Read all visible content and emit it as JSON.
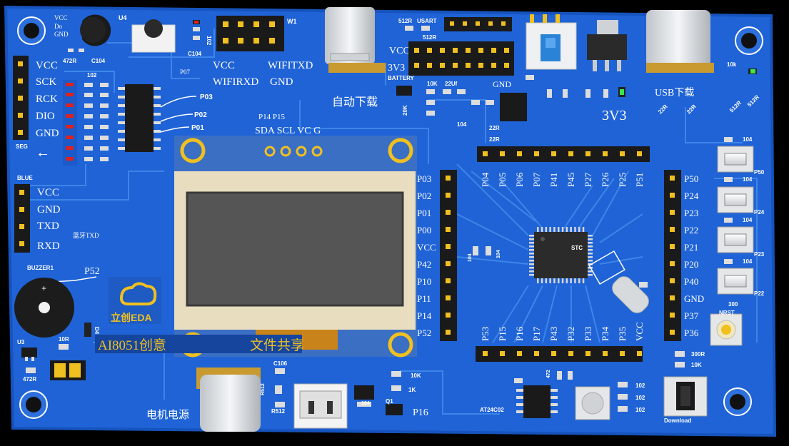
{
  "board_labels": {
    "u4_pins": [
      "VCC",
      "Do",
      "GND"
    ],
    "u4": "U4",
    "r_472_top": "472R",
    "c104_top": "C104",
    "p07": "P07",
    "cap_102_top": "102",
    "c104_mid": "C104",
    "w1": "W1",
    "wifi_vcc": "VCC",
    "wifi_rxd": "WIFIRXD",
    "wifi_txd": "WIFITXD",
    "wifi_gnd": "GND",
    "seg_pins": [
      "VCC",
      "SCK",
      "RCK",
      "DIO",
      "GND"
    ],
    "seg": "SEG",
    "seg_arrow": "←",
    "seg_res": "102",
    "seg_leads": [
      "P03",
      "P02",
      "P01"
    ],
    "oled_header": "P14 P15",
    "oled_pins": "SDA SCL VC G",
    "usart_res1": "512R",
    "usart": "USART",
    "usart_res2": "512R",
    "vcc_mid": "VCC",
    "v3_mid": "3V3",
    "battery": "BATTERY",
    "auto_download": "自动下载",
    "res_10k": "10K",
    "cap_22uf": "22Uf",
    "gnd_right": "GND",
    "res_22r_a": "22R",
    "res_22r_b": "22R",
    "cap_104_a": "104",
    "res_20k": "20K",
    "usb_download": "USB下载",
    "res_10k_right": "10k",
    "usb_22r": [
      "22R",
      "22R"
    ],
    "usb_512r": [
      "512R",
      "512R"
    ],
    "v33_label": "3V3",
    "top_header": [
      "P04",
      "P05",
      "P06",
      "P07",
      "P41",
      "P45",
      "P27",
      "P26",
      "P25",
      "P51"
    ],
    "left_header": [
      "P03",
      "P02",
      "P01",
      "P00",
      "VCC",
      "P42",
      "P10",
      "P11",
      "P14",
      "P52"
    ],
    "right_header": [
      "P50",
      "P24",
      "P23",
      "P22",
      "P21",
      "P20",
      "P40",
      "GND",
      "P37",
      "P36"
    ],
    "bottom_header": [
      "P53",
      "P15",
      "P16",
      "P17",
      "P43",
      "P32",
      "P33",
      "P34",
      "P35",
      "VCC"
    ],
    "button_caps": [
      "104",
      "104",
      "104",
      "104"
    ],
    "button_labels": [
      "P50",
      "P24",
      "P23",
      "P22"
    ],
    "nrst": "NRST",
    "nrst_val": "300",
    "blue": "BLUE",
    "blue_pins": [
      "VCC",
      "GND",
      "TXD",
      "RXD"
    ],
    "blue_note": "蓝牙TXD",
    "buzzer": "BUZZER1",
    "p52": "P52",
    "logo_text": "立创EDA",
    "title_text": "AI8051创意",
    "title_text2": "文件共享",
    "d4": "D4",
    "u3": "U3",
    "r10": "10R",
    "r472_bottom": "472R",
    "motor_power": "电机电源",
    "c106": "C106",
    "r512_a": "R512",
    "r512_b": "R512",
    "res_10k_b": "10K",
    "res_1k": "1K",
    "cap_104_b": "104",
    "p16_bottom": "P16",
    "q1": "Q1",
    "at24": "AT24C02",
    "r472_c": "472",
    "r300": "300R",
    "r10k_c": "10K",
    "download": "Download",
    "c_102": [
      "102",
      "102",
      "102"
    ],
    "ic_label": "STC",
    "cap_104_mcu": "104",
    "cap_104_mcu2": "104"
  },
  "colors": {
    "pcb": "#1f63d6",
    "pcb_dark": "#1653bd",
    "silk": "#ffffff",
    "gold": "#f0c020",
    "oled_bezel": "#e9ddc0",
    "oled_screen": "#555555",
    "oled_pcb": "#3b6fc4",
    "header": "#1a1a1a"
  }
}
